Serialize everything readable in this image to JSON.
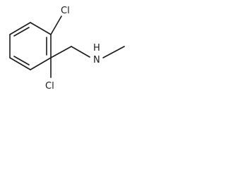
{
  "molecule": {
    "atom_labels": {
      "chlorine_top": "Cl",
      "chlorine_bottom": "Cl",
      "amine_nitrogen": "N",
      "amine_hydrogen": "H"
    }
  }
}
